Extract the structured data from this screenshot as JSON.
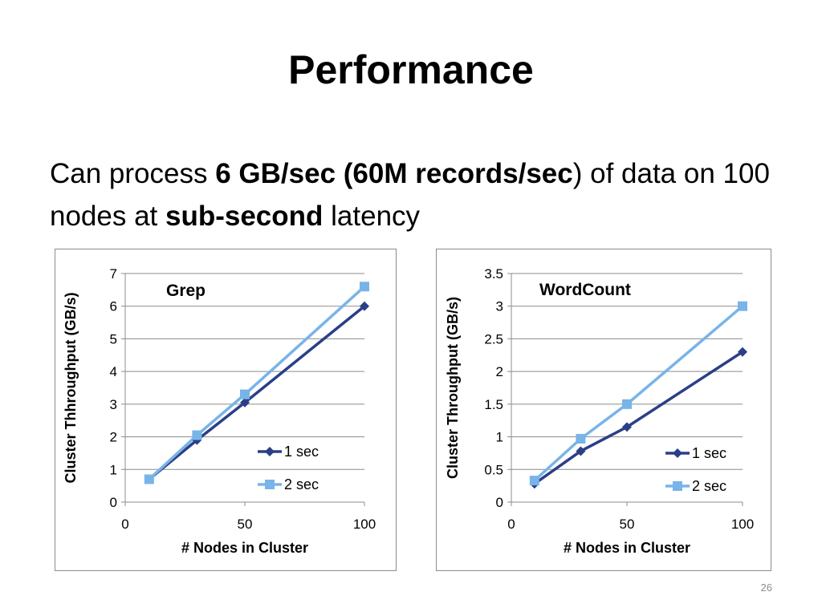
{
  "slide": {
    "title": "Performance",
    "text": {
      "p1": "Can process ",
      "b1": "6 GB/sec (60M records/sec",
      "p2": ") of data on 100 nodes at ",
      "b2": "sub-second",
      "p3": " latency"
    },
    "page_number": "26"
  },
  "chart_data": [
    {
      "type": "line",
      "title": "Grep",
      "xlabel": "# Nodes in Cluster",
      "ylabel": "Cluster Thhroughput (GB/s)",
      "xlim": [
        0,
        100
      ],
      "ylim": [
        0,
        7
      ],
      "x_ticks": [
        0,
        50,
        100
      ],
      "y_ticks": [
        0,
        1,
        2,
        3,
        4,
        5,
        6,
        7
      ],
      "x_tick_labels": [
        "0",
        "50",
        "100"
      ],
      "y_tick_labels": [
        "0",
        "1",
        "2",
        "3",
        "4",
        "5",
        "6",
        "7"
      ],
      "grid": "horizontal",
      "legend_position": "bottom-right",
      "series": [
        {
          "name": "1 sec",
          "marker": "diamond",
          "color": "#2b3f87",
          "x": [
            10,
            30,
            50,
            100
          ],
          "y": [
            0.7,
            1.9,
            3.05,
            6.0
          ]
        },
        {
          "name": "2 sec",
          "marker": "square",
          "color": "#78b4e8",
          "x": [
            10,
            30,
            50,
            100
          ],
          "y": [
            0.7,
            2.05,
            3.3,
            6.6
          ]
        }
      ]
    },
    {
      "type": "line",
      "title": "WordCount",
      "xlabel": "# Nodes in Cluster",
      "ylabel": "Cluster Throughput (GB/s)",
      "xlim": [
        0,
        100
      ],
      "ylim": [
        0,
        3.5
      ],
      "x_ticks": [
        0,
        50,
        100
      ],
      "y_ticks": [
        0,
        0.5,
        1,
        1.5,
        2,
        2.5,
        3,
        3.5
      ],
      "x_tick_labels": [
        "0",
        "50",
        "100"
      ],
      "y_tick_labels": [
        "0",
        "0.5",
        "1",
        "1.5",
        "2",
        "2.5",
        "3",
        "3.5"
      ],
      "grid": "horizontal",
      "legend_position": "bottom-right",
      "series": [
        {
          "name": "1 sec",
          "marker": "diamond",
          "color": "#2b3f87",
          "x": [
            10,
            30,
            50,
            100
          ],
          "y": [
            0.28,
            0.78,
            1.15,
            2.3
          ]
        },
        {
          "name": "2 sec",
          "marker": "square",
          "color": "#78b4e8",
          "x": [
            10,
            30,
            50,
            100
          ],
          "y": [
            0.33,
            0.97,
            1.5,
            3.0
          ]
        }
      ]
    }
  ]
}
